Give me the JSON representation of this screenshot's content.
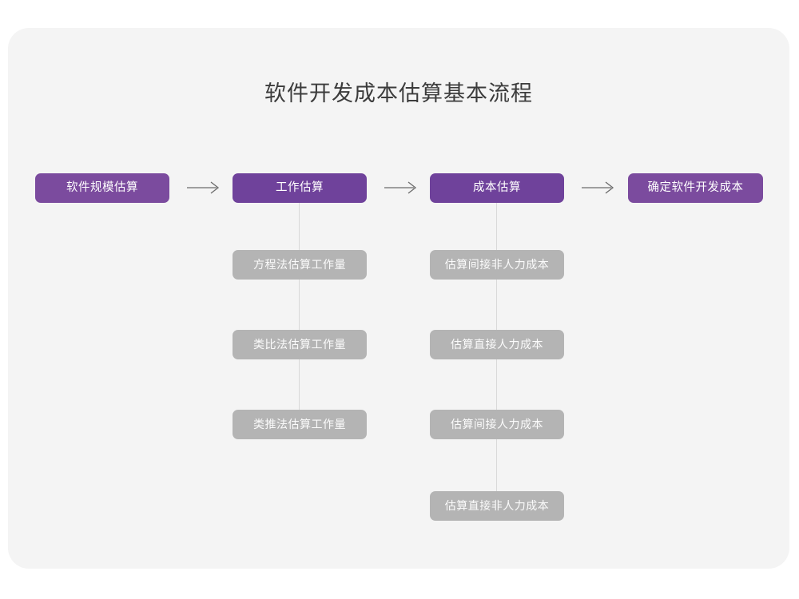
{
  "title": "软件开发成本估算基本流程",
  "colors": {
    "page_background": "#ffffff",
    "card_background": "#f4f4f4",
    "primary": "#7b4b9e",
    "primary_accent": "#6f429b",
    "secondary": "#b4b4b4",
    "connector": "#d9d9d9",
    "title_text": "#3c3c3c",
    "node_text": "#ffffff"
  },
  "flow": {
    "stages": [
      {
        "label": "软件规模估算",
        "style": "primary"
      },
      {
        "label": "工作估算",
        "style": "primary-accent"
      },
      {
        "label": "成本估算",
        "style": "primary-accent"
      },
      {
        "label": "确定软件开发成本",
        "style": "primary"
      }
    ],
    "arrows": [
      {
        "glyph": "→",
        "name": "arrow-stage-0-to-1"
      },
      {
        "glyph": "→",
        "name": "arrow-stage-1-to-2"
      },
      {
        "glyph": "→",
        "name": "arrow-stage-2-to-3"
      }
    ]
  },
  "branches": {
    "work_estimation": {
      "parent": "工作估算",
      "items": [
        {
          "label": "方程法估算工作量"
        },
        {
          "label": "类比法估算工作量"
        },
        {
          "label": "类推法估算工作量"
        }
      ]
    },
    "cost_estimation": {
      "parent": "成本估算",
      "items": [
        {
          "label": "估算间接非人力成本"
        },
        {
          "label": "估算直接人力成本"
        },
        {
          "label": "估算间接人力成本"
        },
        {
          "label": "估算直接非人力成本"
        }
      ]
    }
  }
}
